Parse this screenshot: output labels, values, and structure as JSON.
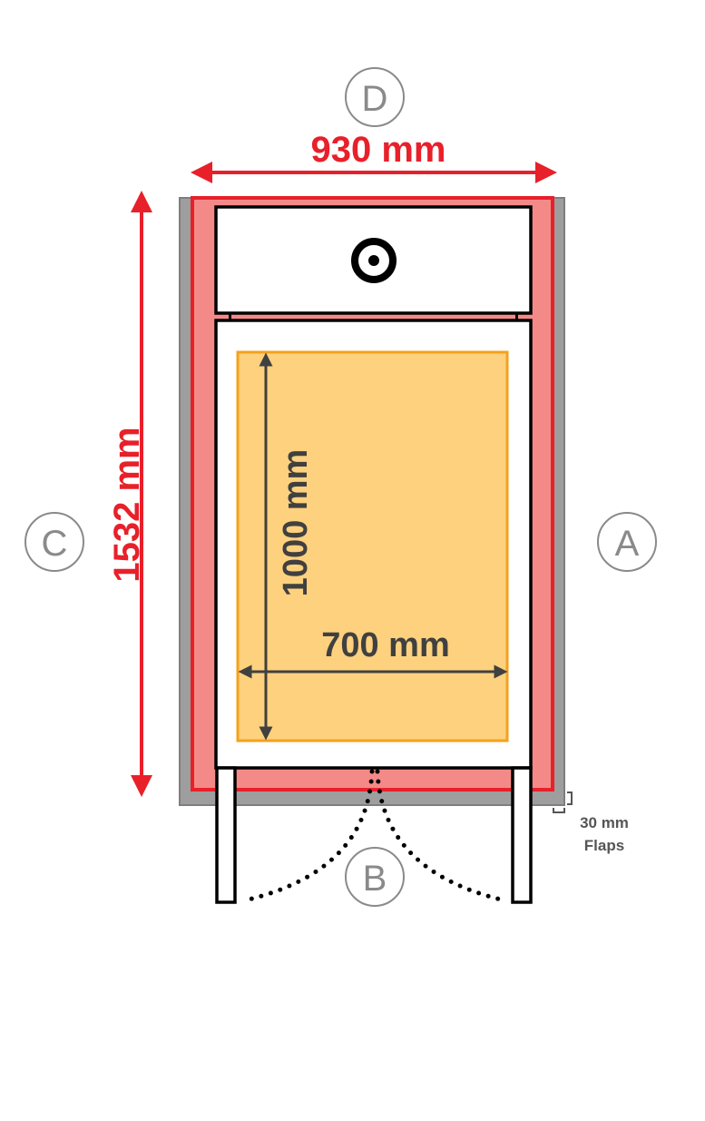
{
  "labels": {
    "a": "A",
    "b": "B",
    "c": "C",
    "d": "D"
  },
  "dimensions": {
    "outer_width": "930 mm",
    "outer_height": "1532 mm",
    "inner_height": "1000 mm",
    "inner_width": "700 mm",
    "flaps_size": "30 mm",
    "flaps_label": "Flaps"
  },
  "colors": {
    "outer_dimension": "#E8202A",
    "outer_fill": "#F48A88",
    "flap_gray": "#9E9E9E",
    "inner_fill": "#FDD17E",
    "inner_stroke": "#F5A11D",
    "inner_dimension": "#404040",
    "label_circle": "#8A8A8A"
  }
}
